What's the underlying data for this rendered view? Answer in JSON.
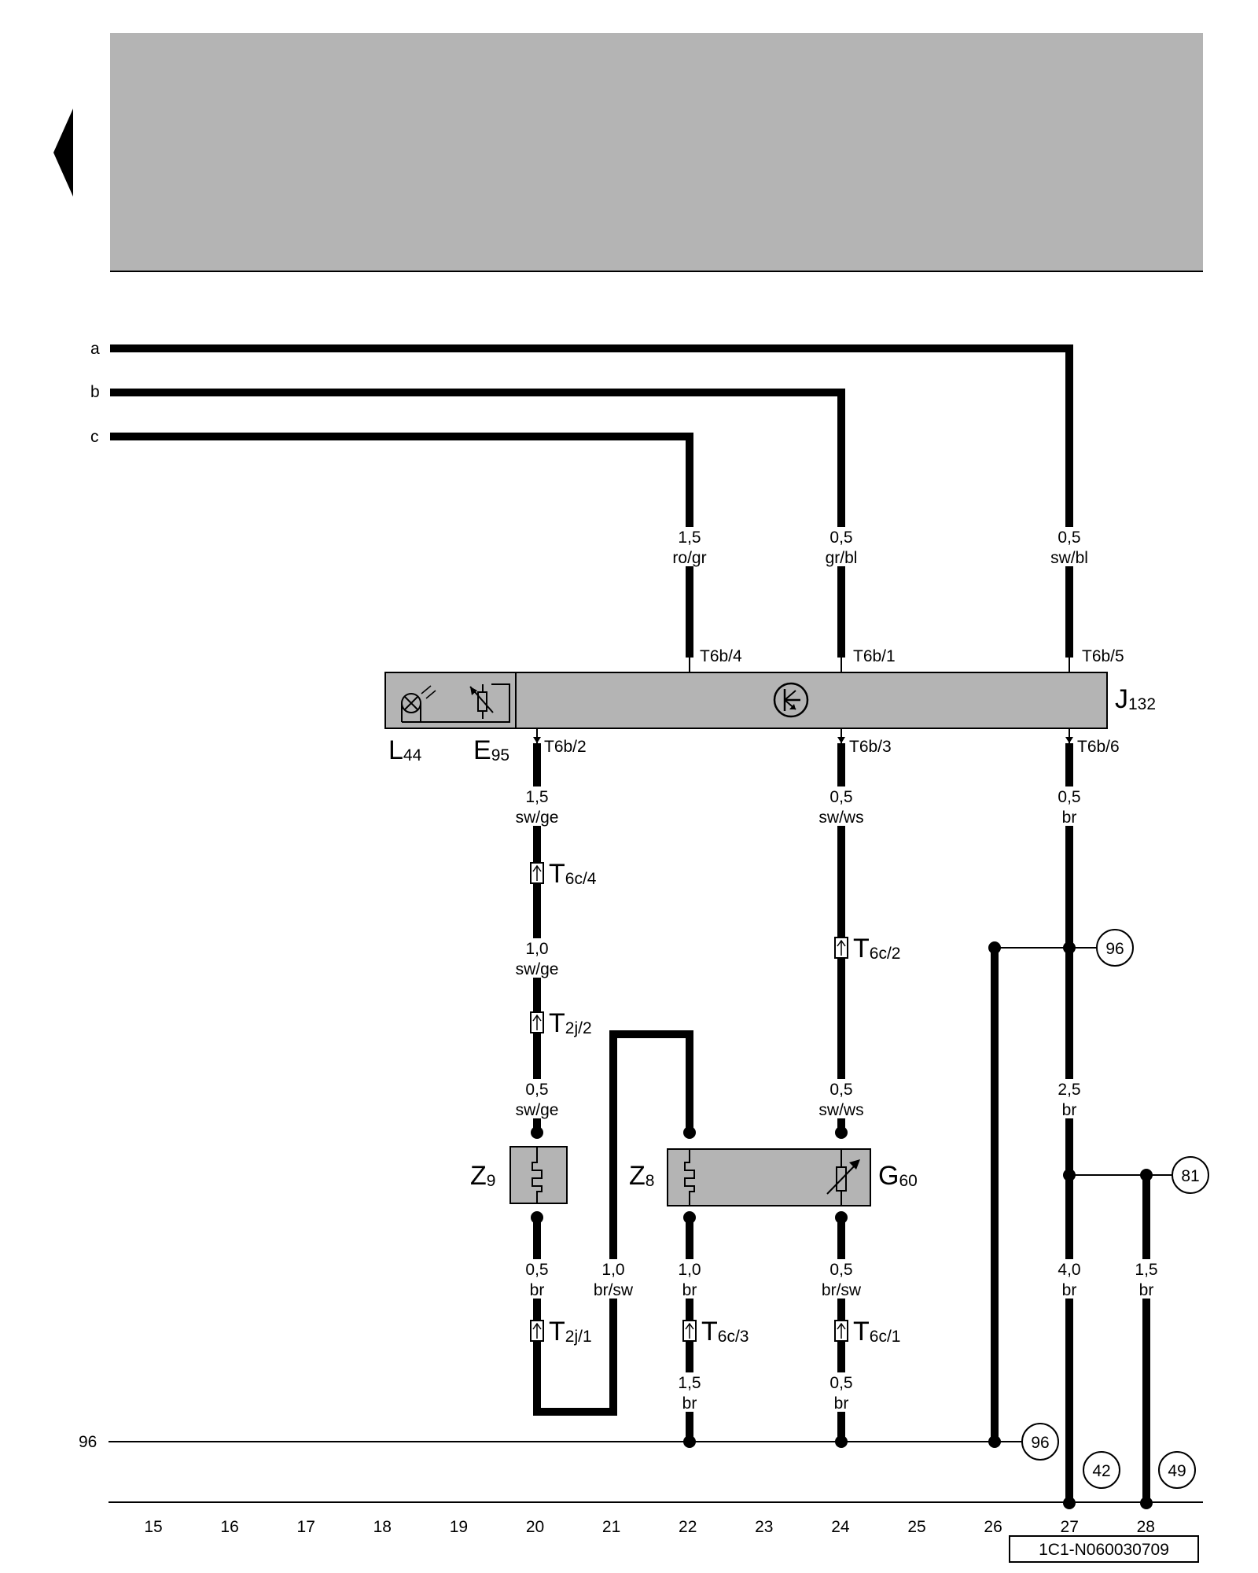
{
  "header_panel": {
    "color": "#b4b4b4"
  },
  "bus_labels": {
    "a": "a",
    "b": "b",
    "c": "c"
  },
  "ground_line_label": "96",
  "components": {
    "J": {
      "main": "J",
      "sub": "132"
    },
    "L": {
      "main": "L",
      "sub": "44"
    },
    "E": {
      "main": "E",
      "sub": "95"
    },
    "Z9": {
      "main": "Z",
      "sub": "9"
    },
    "Z8": {
      "main": "Z",
      "sub": "8"
    },
    "G": {
      "main": "G",
      "sub": "60"
    }
  },
  "pins": {
    "t6b4": "T6b/4",
    "t6b1": "T6b/1",
    "t6b5": "T6b/5",
    "t6b2": "T6b/2",
    "t6b3": "T6b/3",
    "t6b6": "T6b/6"
  },
  "connectors": {
    "t6c4": {
      "main": "T",
      "sub": "6c/4"
    },
    "t6c2": {
      "main": "T",
      "sub": "6c/2"
    },
    "t2j2": {
      "main": "T",
      "sub": "2j/2"
    },
    "t2j1": {
      "main": "T",
      "sub": "2j/1"
    },
    "t6c3": {
      "main": "T",
      "sub": "6c/3"
    },
    "t6c1": {
      "main": "T",
      "sub": "6c/1"
    }
  },
  "wires": {
    "w1": {
      "size": "1,5",
      "color": "ro/gr"
    },
    "w2": {
      "size": "0,5",
      "color": "gr/bl"
    },
    "w3": {
      "size": "0,5",
      "color": "sw/bl"
    },
    "w4": {
      "size": "1,5",
      "color": "sw/ge"
    },
    "w5": {
      "size": "0,5",
      "color": "sw/ws"
    },
    "w6": {
      "size": "0,5",
      "color": "br"
    },
    "w7": {
      "size": "1,0",
      "color": "sw/ge"
    },
    "w8": {
      "size": "0,5",
      "color": "sw/ge"
    },
    "w9": {
      "size": "0,5",
      "color": "sw/ws"
    },
    "w10": {
      "size": "2,5",
      "color": "br"
    },
    "w11": {
      "size": "0,5",
      "color": "br"
    },
    "w12": {
      "size": "1,0",
      "color": "br/sw"
    },
    "w13": {
      "size": "1,0",
      "color": "br"
    },
    "w14": {
      "size": "0,5",
      "color": "br/sw"
    },
    "w15": {
      "size": "4,0",
      "color": "br"
    },
    "w16": {
      "size": "1,5",
      "color": "br"
    },
    "w17": {
      "size": "1,5",
      "color": "br"
    },
    "w18": {
      "size": "0,5",
      "color": "br"
    }
  },
  "refs": {
    "r1": "96",
    "r2": "81",
    "r3": "96",
    "r4": "42",
    "r5": "49"
  },
  "columns": [
    "15",
    "16",
    "17",
    "18",
    "19",
    "20",
    "21",
    "22",
    "23",
    "24",
    "25",
    "26",
    "27",
    "28"
  ],
  "figure_id": "1C1-N060030709"
}
